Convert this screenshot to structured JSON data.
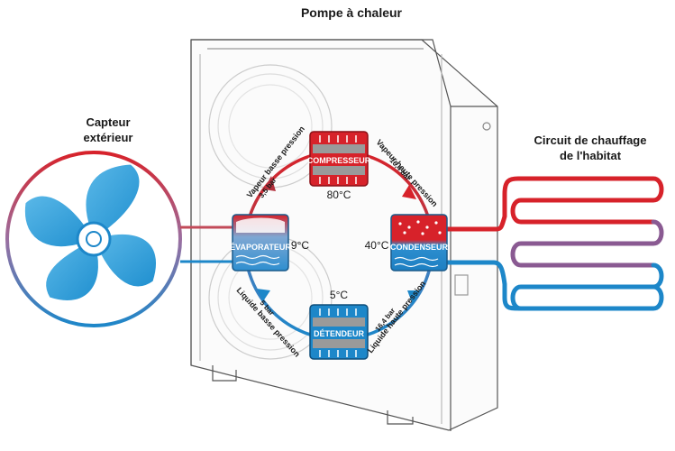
{
  "title": "Pompe à chaleur",
  "left_label": [
    "Capteur",
    "extérieur"
  ],
  "right_label": [
    "Circuit de chauffage",
    "de l'habitat"
  ],
  "components": {
    "compresseur": "COMPRESSEUR",
    "evaporateur": "ÉVAPORATEUR",
    "condenseur": "CONDENSEUR",
    "detendeur": "DÉTENDEUR"
  },
  "temperatures": {
    "compresseur": "80°C",
    "evaporateur": "9°C",
    "condenseur": "40°C",
    "detendeur": "5°C"
  },
  "arc_labels": {
    "top_left_phase": "Vapeur basse pression",
    "top_left_pressure": "3,5 bar",
    "top_right_phase": "Vapeur haute pression",
    "top_right_pressure": "16,4 bar",
    "bottom_left_phase": "Liquide basse pression",
    "bottom_left_pressure": "5 bar",
    "bottom_right_phase": "Liquide haute pression",
    "bottom_right_pressure": "16,4 bar"
  },
  "colors": {
    "hot": "#d7222a",
    "cold": "#1d87c9",
    "unit_outline": "#555555",
    "fan_blue": "#3ba3dc"
  }
}
